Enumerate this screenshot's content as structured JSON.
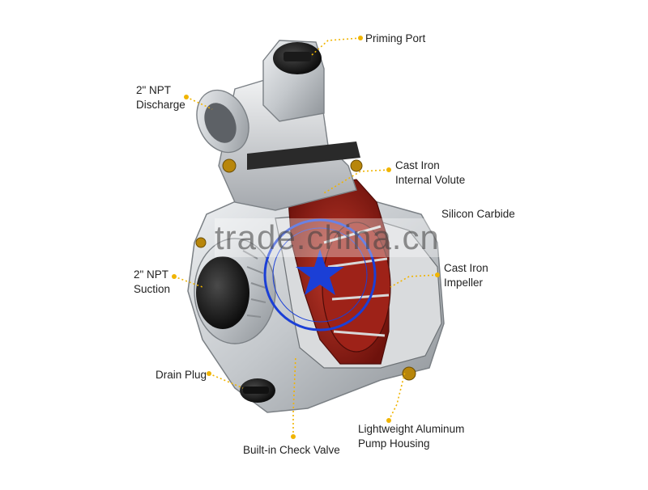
{
  "labels": {
    "priming_port": "Priming Port",
    "discharge_line1": "2\" NPT",
    "discharge_line2": "Discharge",
    "volute_line1": "Cast Iron",
    "volute_line2": "Internal Volute",
    "silicon_carbide": "Silicon Carbide",
    "suction_line1": "2\" NPT",
    "suction_line2": "Suction",
    "impeller_line1": "Cast Iron",
    "impeller_line2": "Impeller",
    "drain_plug": "Drain Plug",
    "housing_line1": "Lightweight Aluminum",
    "housing_line2": "Pump Housing",
    "check_valve": "Built-in Check Valve"
  },
  "watermark": {
    "text": "trade.china.cn"
  },
  "colors": {
    "leader": "#f0b400",
    "aluminum": "#c9ccd0",
    "aluminum_dark": "#8e9398",
    "cast_iron_red": "#8a1a12",
    "stamp_blue": "#1b3fd6"
  }
}
